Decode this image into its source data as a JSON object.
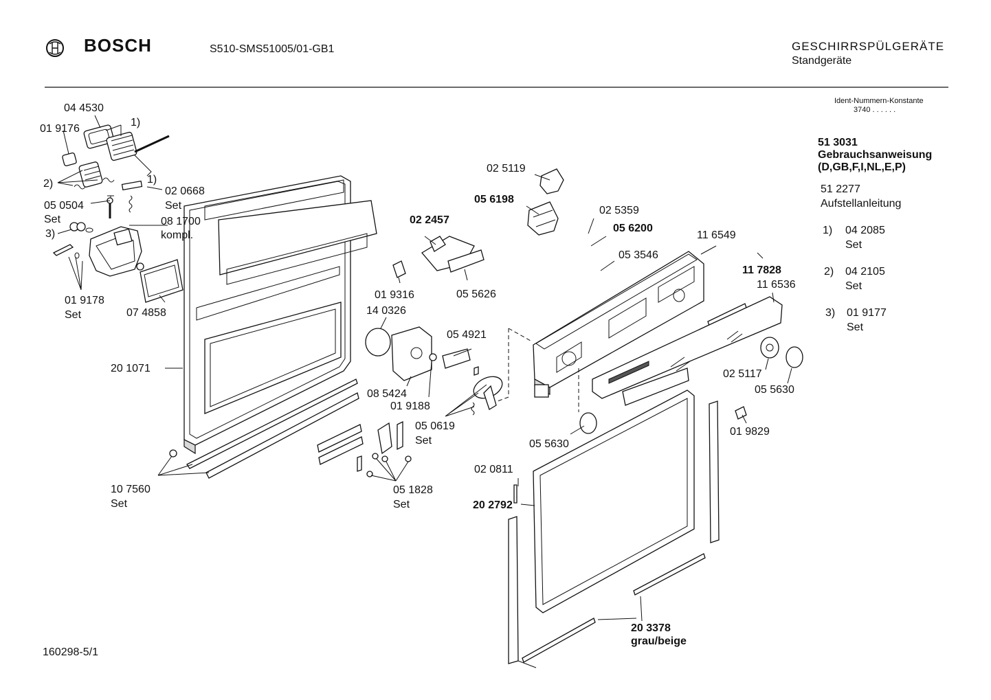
{
  "header": {
    "brand": "BOSCH",
    "model": "S510-SMS51005/01-GB1",
    "category": "GESCHIRRSPÜLGERÄTE",
    "subcategory": "Standgeräte"
  },
  "ident": {
    "label": "Ident-Nummern-Konstante",
    "value": "3740  . .  . . . ."
  },
  "docs": [
    {
      "number": "51 3031",
      "name": "Gebrauchsanweisung",
      "langs": "(D,GB,F,I,NL,E,P)"
    },
    {
      "number": "51 2277",
      "name": "Aufstellanleitung"
    }
  ],
  "footnotes": [
    {
      "mark": "1)",
      "number": "04 2085",
      "note": "Set"
    },
    {
      "mark": "2)",
      "number": "04 2105",
      "note": "Set"
    },
    {
      "mark": "3)",
      "number": "01 9177",
      "note": "Set"
    }
  ],
  "labels": {
    "p044530": "04 4530",
    "p019176": "01 9176",
    "fn1a": "1)",
    "fn1b": "1)",
    "fn2": "2)",
    "fn3": "3)",
    "p020668": "02 0668",
    "set_020668": "Set",
    "p050504": "05 0504",
    "set_050504": "Set",
    "p081700": "08 1700",
    "kompl": "kompl.",
    "p019178": "01 9178",
    "set_019178": "Set",
    "p074858": "07 4858",
    "p201071": "20 1071",
    "p107560": "10 7560",
    "set_107560": "Set",
    "p025119": "02 5119",
    "p056198": "05 6198",
    "p022457": "02 2457",
    "p019316": "01 9316",
    "p140326": "14 0326",
    "p055626": "05 5626",
    "p054921": "05 4921",
    "p085424": "08 5424",
    "p019188": "01 9188",
    "p050619": "05 0619",
    "set_050619": "Set",
    "p051828": "05 1828",
    "set_051828": "Set",
    "p025359": "02 5359",
    "p056200": "05 6200",
    "p053546": "05 3546",
    "p116549": "11 6549",
    "p117828": "11 7828",
    "p116536": "11 6536",
    "p025117": "02 5117",
    "p055630a": "05 5630",
    "p055630b": "05 5630",
    "p019829": "01 9829",
    "p020811": "02 0811",
    "p202792": "20 2792",
    "p203378": "20 3378",
    "grau_beige": "grau/beige"
  },
  "footer": {
    "drawing_number": "160298-5/1"
  }
}
